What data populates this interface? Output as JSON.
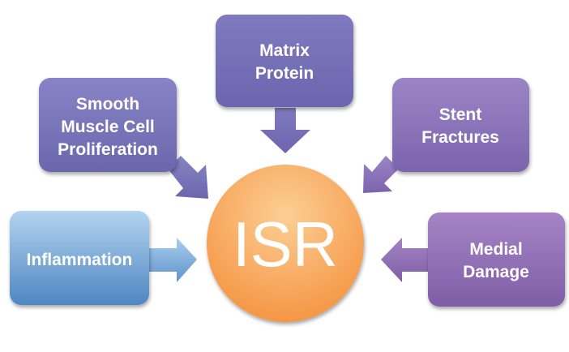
{
  "center": {
    "label": "ISR"
  },
  "factors": [
    {
      "id": "smooth-muscle",
      "lines": [
        "Smooth",
        "Muscle Cell",
        "Proliferation"
      ]
    },
    {
      "id": "matrix-protein",
      "lines": [
        "Matrix",
        "Protein"
      ]
    },
    {
      "id": "stent-fractures",
      "lines": [
        "Stent",
        "Fractures"
      ]
    },
    {
      "id": "inflammation",
      "lines": [
        "Inflammation"
      ]
    },
    {
      "id": "medial-damage",
      "lines": [
        "Medial",
        "Damage"
      ]
    }
  ],
  "colors": {
    "purple_light": "#8a86c8",
    "purple_dark": "#6c68ae",
    "violet_light": "#9c7dc0",
    "violet_dark": "#7d5fa6",
    "blue_light": "#a8cbe9",
    "blue_dark": "#4f86c2",
    "orange_light": "#fbc98a",
    "orange_dark": "#f59845",
    "text": "#ffffff"
  }
}
